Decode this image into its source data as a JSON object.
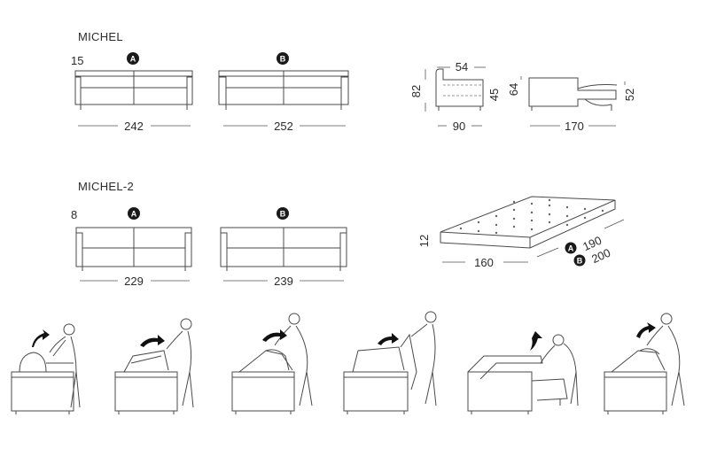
{
  "models": [
    {
      "name": "MICHEL",
      "back_height": "15",
      "variant_a": {
        "badge": "A",
        "width": "242"
      },
      "variant_b": {
        "badge": "B",
        "width": "252"
      },
      "side": {
        "depth_top": "54",
        "height": "82",
        "seat": "45",
        "depth": "90"
      },
      "open": {
        "height": "64",
        "length": "170",
        "bed_height": "52"
      }
    },
    {
      "name": "MICHEL-2",
      "back_height": "8",
      "variant_a": {
        "badge": "A",
        "width": "229"
      },
      "variant_b": {
        "badge": "B",
        "width": "239"
      }
    }
  ],
  "mattress": {
    "thickness": "12",
    "width": "160",
    "length_a": {
      "badge": "A",
      "value": "190"
    },
    "length_b": {
      "badge": "B",
      "value": "200"
    }
  },
  "opening_steps": [
    "step-1",
    "step-2",
    "step-3",
    "step-4",
    "step-5",
    "step-6"
  ]
}
